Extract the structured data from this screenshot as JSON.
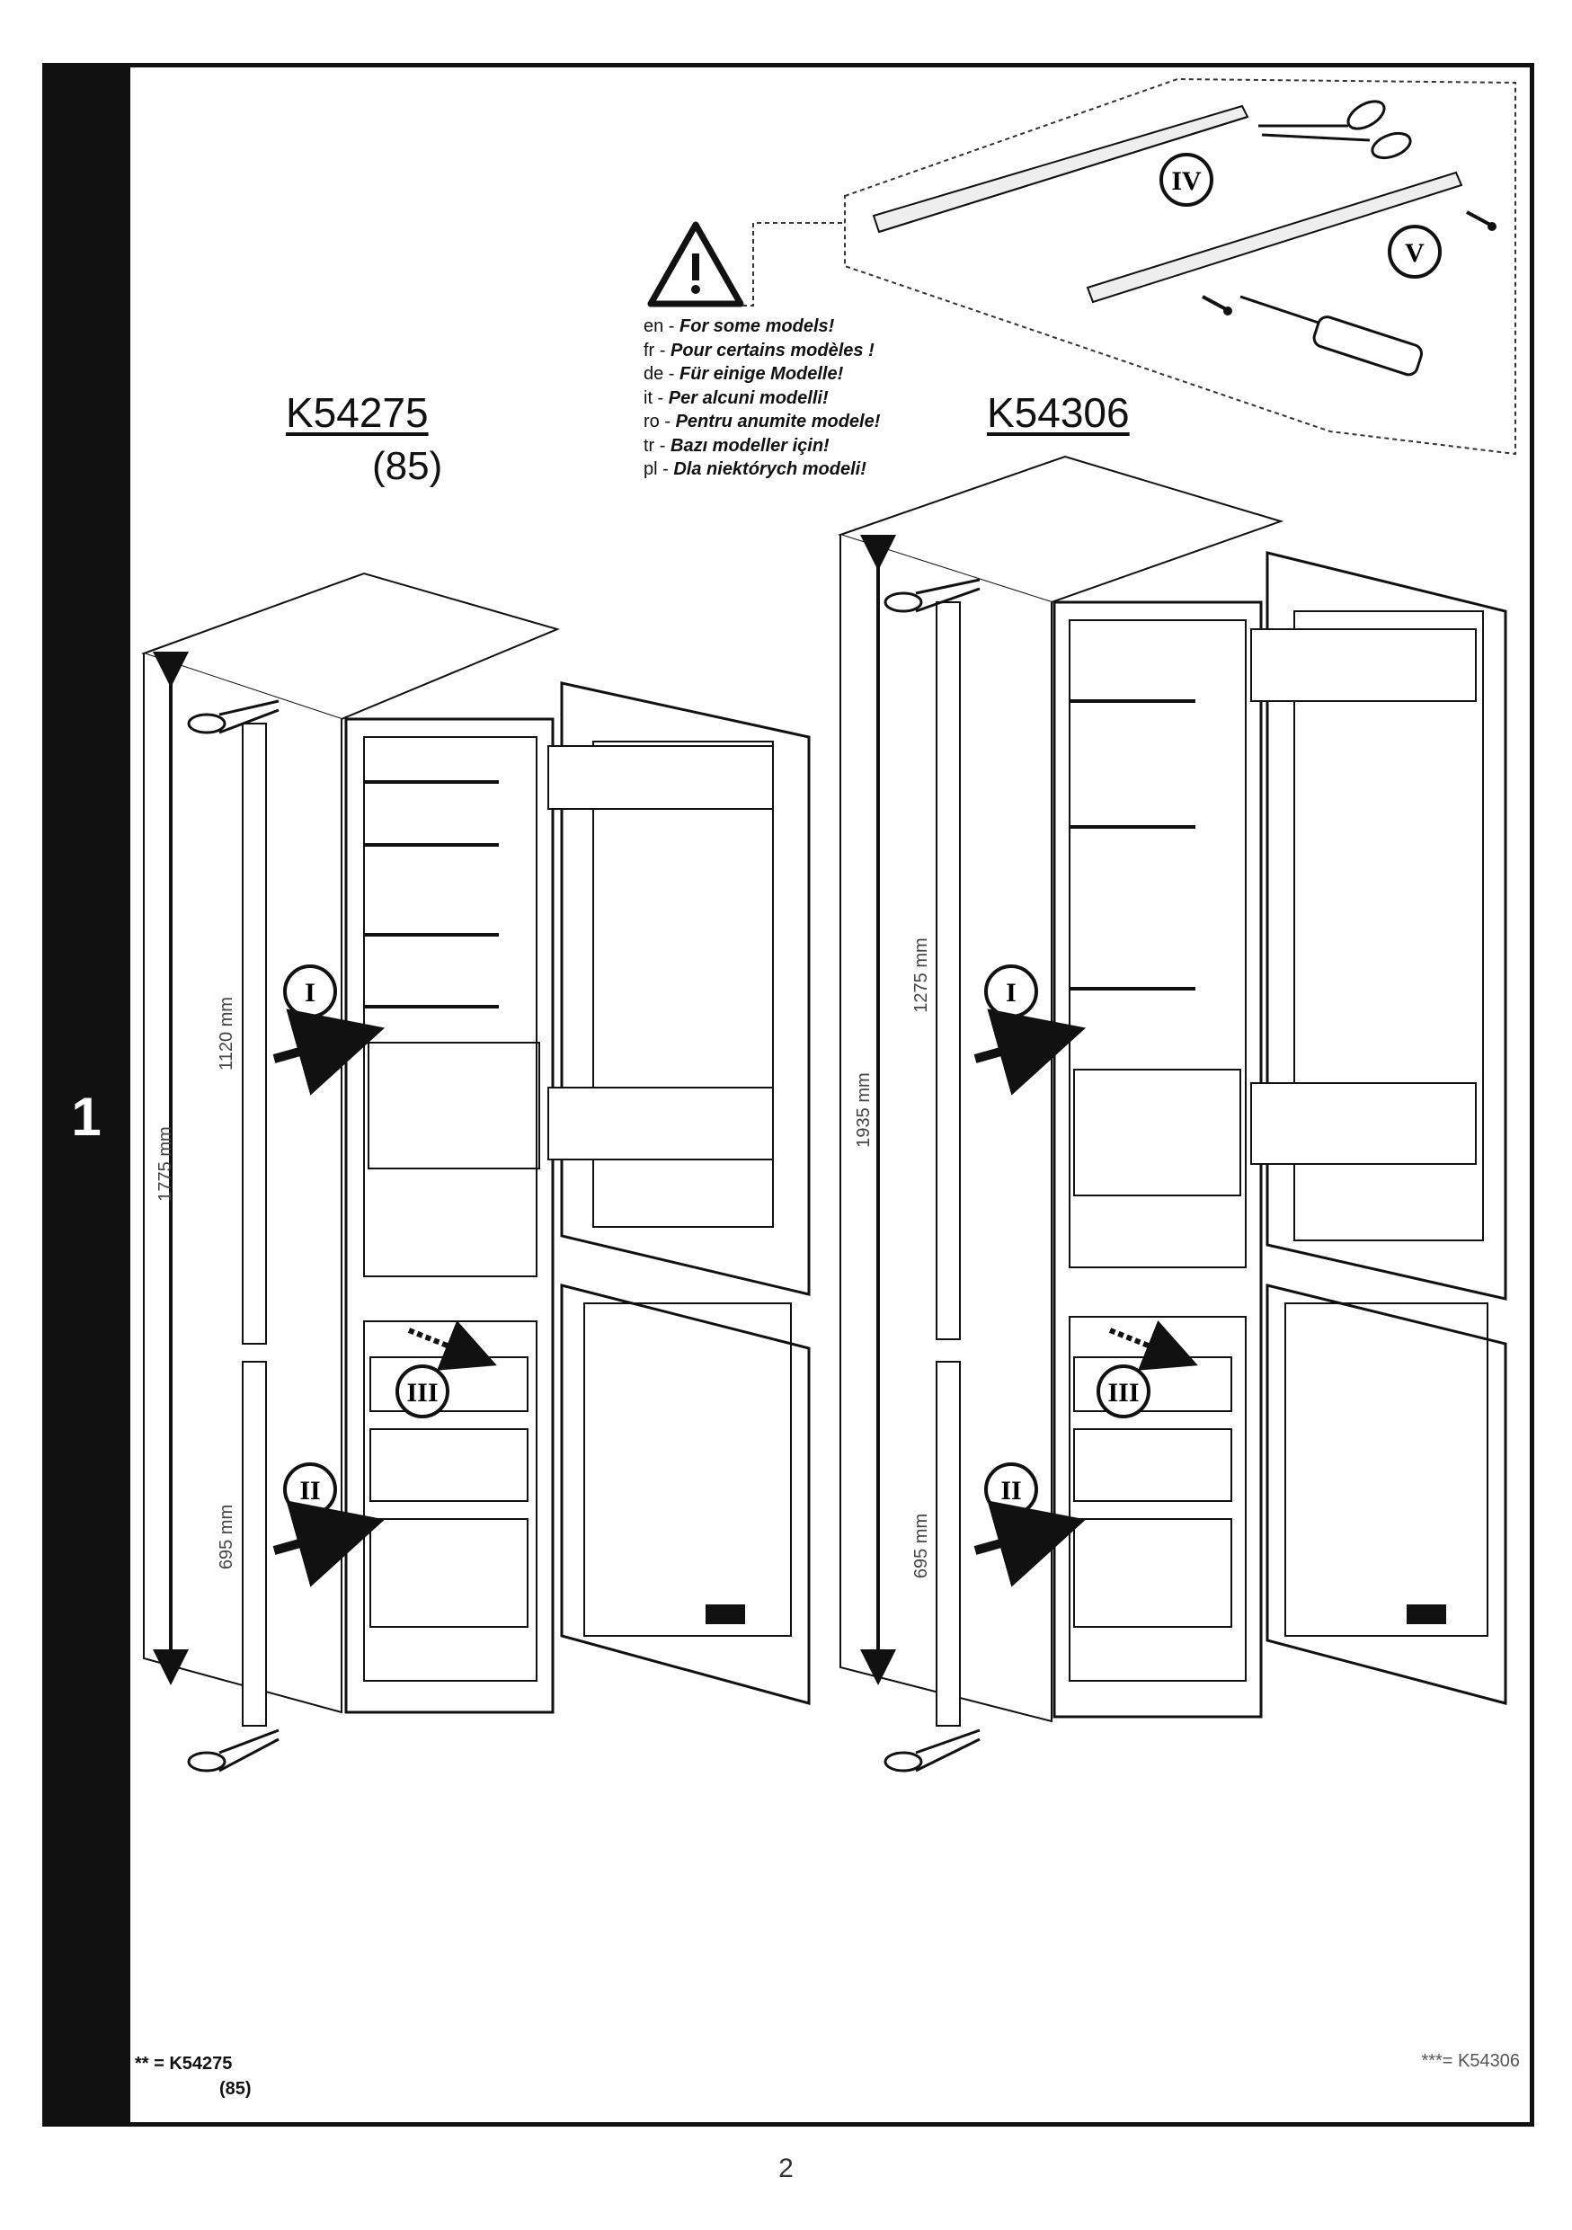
{
  "step": {
    "number": "1"
  },
  "models": [
    {
      "name": "K54275",
      "variant": "(85)"
    },
    {
      "name": "K54306"
    }
  ],
  "warning": {
    "items": [
      {
        "code": "en -",
        "text": "For some models!"
      },
      {
        "code": "fr -",
        "text": "Pour certains modèles !"
      },
      {
        "code": "de -",
        "text": "Für einige Modelle!"
      },
      {
        "code": "it -",
        "text": "Per alcuni modelli!"
      },
      {
        "code": "ro -",
        "text": "Pentru anumite modele!"
      },
      {
        "code": "tr -",
        "text": "Bazı modeller için!"
      },
      {
        "code": "pl -",
        "text": "Dla niektórych modeli!"
      }
    ]
  },
  "markers": {
    "i": "I",
    "ii": "II",
    "iii": "III",
    "iv": "IV",
    "v": "V"
  },
  "dimensions": {
    "left_total": "1775 mm",
    "left_upper": "1120 mm",
    "left_lower": "695 mm",
    "right_total": "1935 mm",
    "right_upper": "1275 mm",
    "right_lower": "695 mm"
  },
  "footnotes": {
    "left_line1": "** = K54275",
    "left_line2": "(85)",
    "right": "***= K54306"
  },
  "page": {
    "number": "2"
  }
}
